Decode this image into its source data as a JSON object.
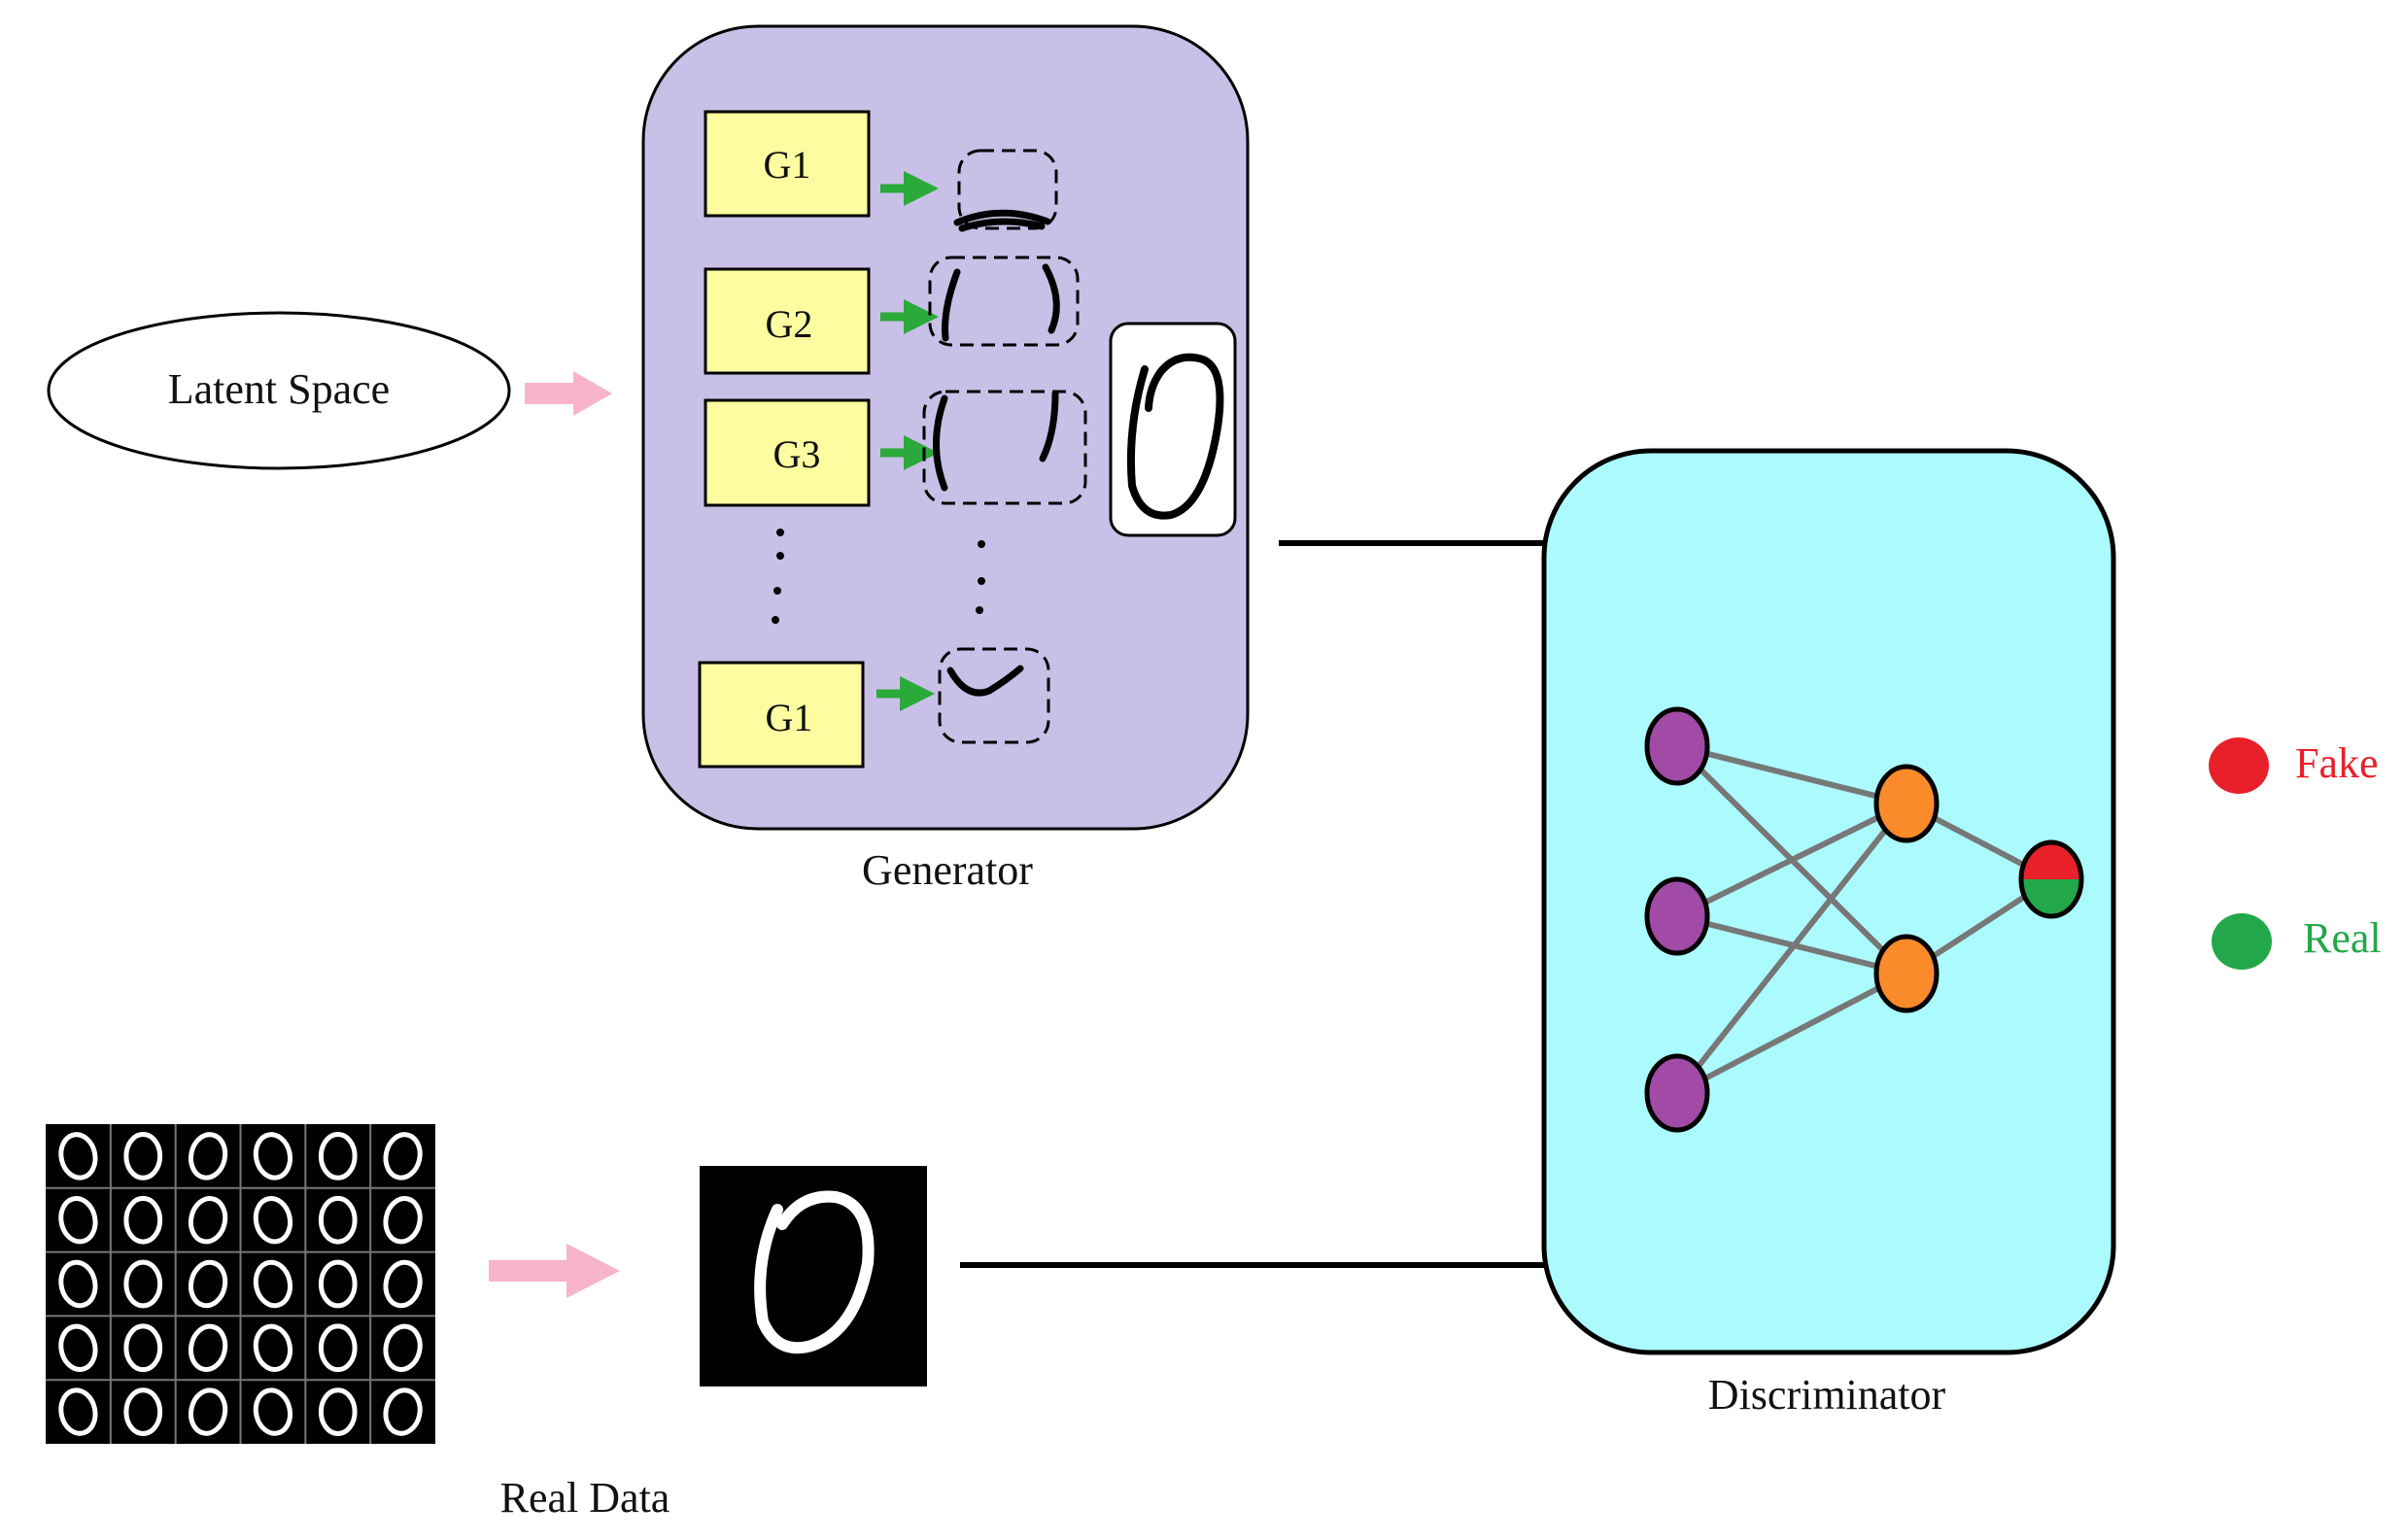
{
  "latent_space": {
    "label": "Latent Space"
  },
  "generator": {
    "label": "Generator",
    "blocks": [
      "G1",
      "G2",
      "G3",
      "G1"
    ]
  },
  "discriminator": {
    "label": "Discriminator"
  },
  "outputs": {
    "fake": {
      "label": "Fake",
      "color": "#e8202a"
    },
    "real": {
      "label": "Real",
      "color": "#22a84a"
    }
  },
  "real_data": {
    "label": "Real Data"
  },
  "colors": {
    "generator_fill": "#c8c0e6",
    "discriminator_fill": "#abfbfe",
    "g_block_fill": "#fdfca0",
    "input_node": "#a14aa6",
    "hidden_node": "#fb8a2a",
    "pink_arrow": "#f8b4c8",
    "green_arrow": "#2aaa3a"
  }
}
